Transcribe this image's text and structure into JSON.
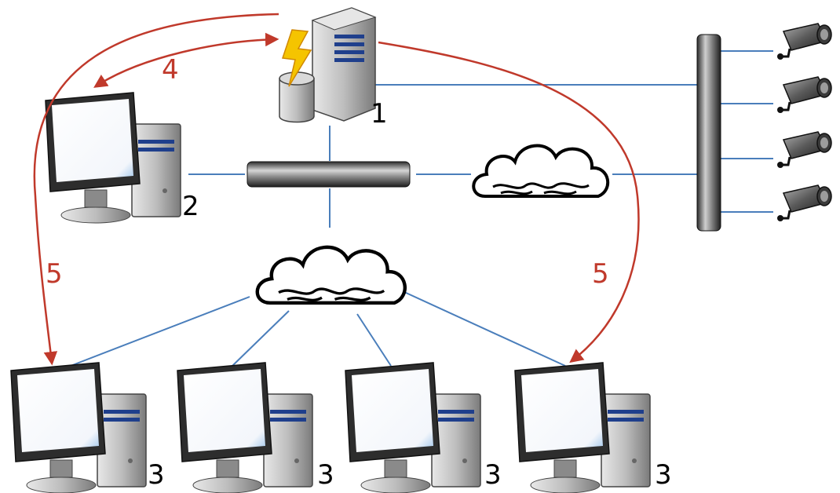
{
  "labels": {
    "server": "1",
    "management_client": "2",
    "client": "3",
    "flow_management": "4",
    "flow_client_left": "5",
    "flow_client_right": "5"
  },
  "icons": [
    "server-icon",
    "workstation-icon",
    "network-bus-icon",
    "cloud-icon",
    "camera-icon",
    "bidirectional-arrow-icon",
    "arrow-icon"
  ],
  "colors": {
    "link": "#4a7ebb",
    "flow_arrow": "#c0392b"
  }
}
